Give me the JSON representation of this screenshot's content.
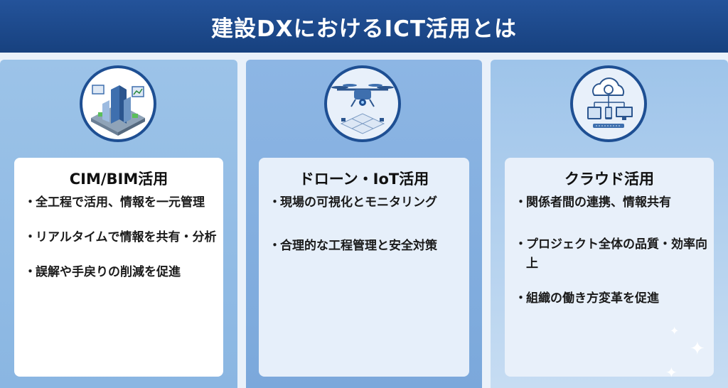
{
  "header": {
    "title": "建設DXにおけるICT活用とは"
  },
  "columns": [
    {
      "title": "CIM/BIM活用",
      "icon": "city-model-icon",
      "items": [
        "全工程で活用、情報を一元管理",
        "リアルタイムで情報を共有・分析",
        "誤解や手戻りの削減を促進"
      ]
    },
    {
      "title": "ドローン・IoT活用",
      "icon": "drone-icon",
      "items": [
        "現場の可視化とモニタリング",
        "合理的な工程管理と安全対策"
      ]
    },
    {
      "title": "クラウド活用",
      "icon": "cloud-devices-icon",
      "items": [
        "関係者間の連携、情報共有",
        "プロジェクト全体の品質・効率向上",
        "組織の働き方変革を促進"
      ]
    }
  ],
  "colors": {
    "banner": "#1d4a8c",
    "ring": "#1e4f93"
  }
}
